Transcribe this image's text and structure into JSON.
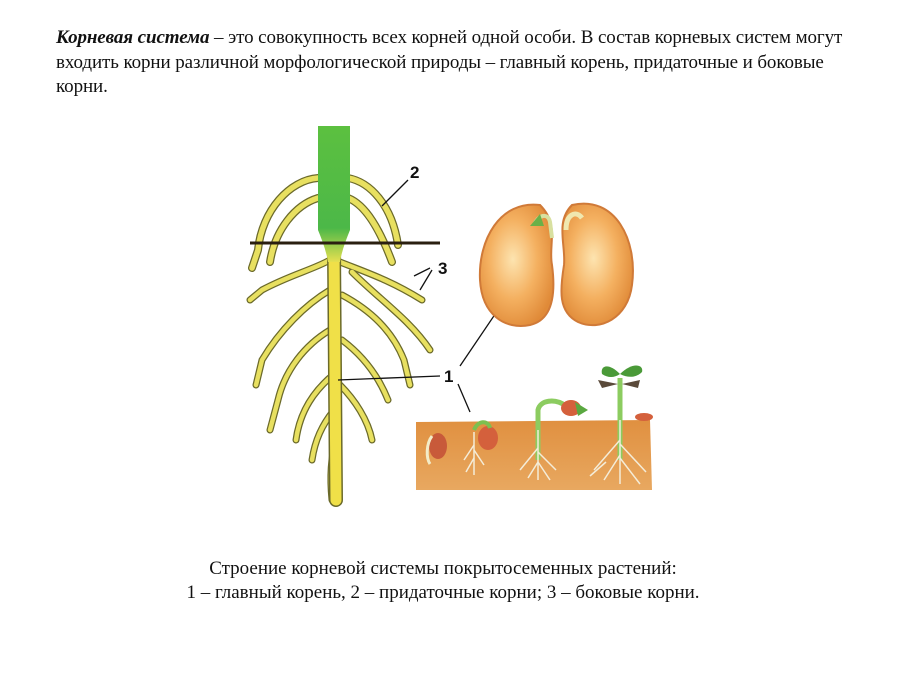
{
  "intro": {
    "term": "Корневая система",
    "text": " – это совокупность всех корней одной особи. В состав корневых систем могут входить корни различной морфологической природы – главный корень, придаточные и боковые корни."
  },
  "figure": {
    "labels": {
      "main_root": "1",
      "adventitious_roots": "2",
      "lateral_roots": "3"
    },
    "colors": {
      "stem_green": "#4cb848",
      "root_yellow": "#e8e060",
      "root_outline": "#6b6a2a",
      "seed_orange": "#f0a850",
      "soil": "#d88a3a"
    }
  },
  "caption": {
    "line1": "Строение корневой системы  покрытосеменных растений:",
    "line2": "1 – главный корень, 2 – придаточные корни; 3 – боковые корни."
  }
}
